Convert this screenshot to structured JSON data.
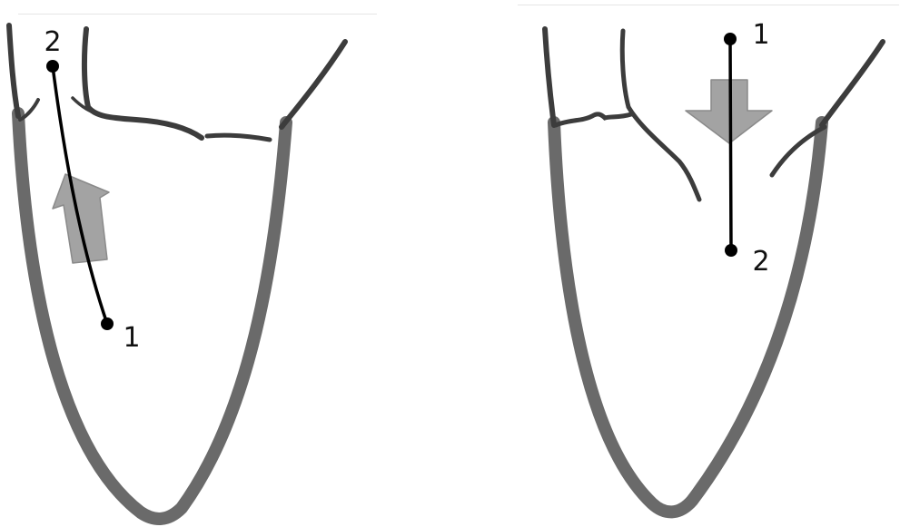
{
  "colors": {
    "wall": "#6a6a6a",
    "valve": "#3c3c3c",
    "arrow_fill": "#a3a3a3",
    "arrow_stroke": "#8a8a8a",
    "path": "#000000"
  },
  "left_panel": {
    "arrow_direction": "up",
    "start_label": "1",
    "end_label": "2"
  },
  "right_panel": {
    "arrow_direction": "down",
    "start_label": "1",
    "end_label": "2"
  }
}
